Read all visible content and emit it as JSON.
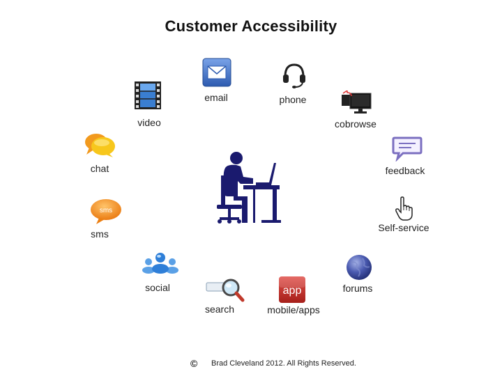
{
  "title": "Customer Accessibility",
  "channels": {
    "email": "email",
    "phone": "phone",
    "video": "video",
    "cobrowse": "cobrowse",
    "chat": "chat",
    "feedback": "feedback",
    "sms": "sms",
    "sms_bubble": "sms",
    "self_service": "Self-service",
    "social": "social",
    "forums": "forums",
    "search": "search",
    "mobile_apps": "mobile/apps",
    "app_icon": "app"
  },
  "icons": {
    "center": "person-at-computer-icon",
    "email": "envelope-icon",
    "phone": "headset-icon",
    "video": "film-strip-icon",
    "cobrowse": "dual-monitor-icon",
    "chat": "speech-bubbles-icon",
    "feedback": "comment-bubble-icon",
    "sms": "sms-bubble-icon",
    "self_service": "hand-pointer-icon",
    "social": "people-group-icon",
    "forums": "globe-icon",
    "search": "magnifier-icon",
    "mobile_apps": "app-tile-icon"
  },
  "colors": {
    "figure": "#1a1a6e",
    "email_blue": "#3b6cc4",
    "app_red": "#c0312b",
    "sms_orange": "#f08a1c",
    "chat_yellow": "#f7c21a",
    "feedback_purple": "#7b6fc0"
  },
  "footer": {
    "copyright_symbol": "©",
    "text": "Brad Cleveland 2012. All Rights Reserved."
  }
}
